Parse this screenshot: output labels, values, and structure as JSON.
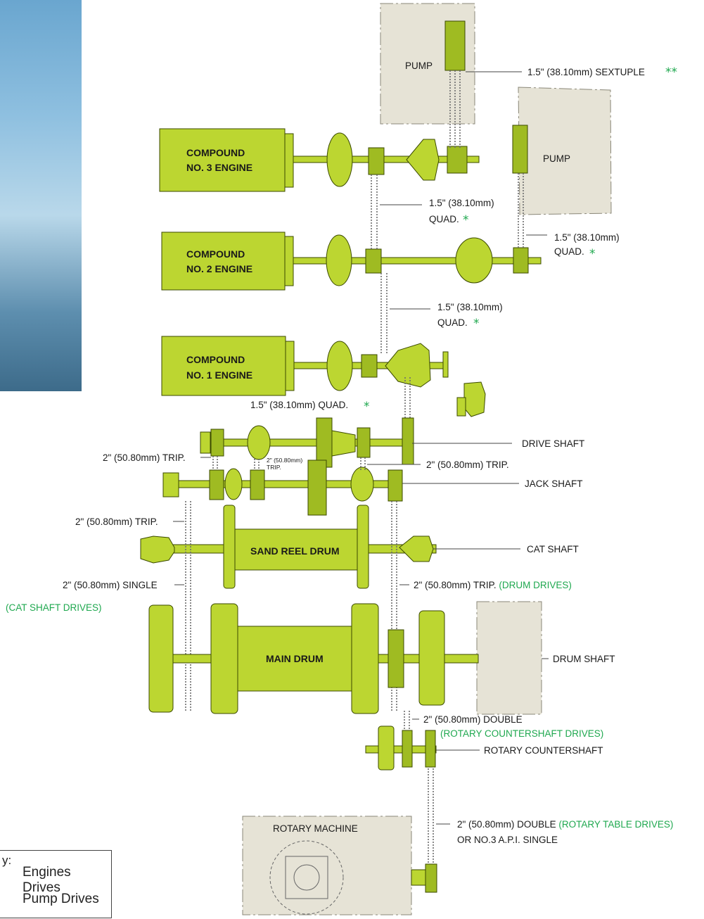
{
  "engines": [
    {
      "line1": "COMPOUND",
      "line2": "NO. 3 ENGINE"
    },
    {
      "line1": "COMPOUND",
      "line2": "NO. 2 ENGINE"
    },
    {
      "line1": "COMPOUND",
      "line2": "NO. 1 ENGINE"
    }
  ],
  "pumps": [
    "PUMP",
    "PUMP"
  ],
  "drums": {
    "sand_reel": "SAND REEL DRUM",
    "main": "MAIN DRUM"
  },
  "rotary_machine": "ROTARY MACHINE",
  "labels": {
    "sextuple": "1.5\" (38.10mm) SEXTUPLE",
    "quad_a_line1": "1.5\" (38.10mm)",
    "quad_a_line2": "QUAD.",
    "quad_b_line1": "1.5\" (38.10mm)",
    "quad_b_line2": "QUAD.",
    "quad_c_line1": "1.5\" (38.10mm)",
    "quad_c_line2": "QUAD.",
    "quad_d": "1.5\" (38.10mm) QUAD.",
    "drive_shaft": "DRIVE SHAFT",
    "trip_left": "2\" (50.80mm) TRIP.",
    "trip_small_line1": "2\" (50.80mm)",
    "trip_small_line2": "TRIP.",
    "trip_right": "2\" (50.80mm) TRIP.",
    "jack_shaft": "JACK SHAFT",
    "trip_lower_left": "2\" (50.80mm) TRIP.",
    "cat_shaft": "CAT SHAFT",
    "single": "2\" (50.80mm) SINGLE",
    "cat_shaft_drives": "(CAT SHAFT DRIVES)",
    "trip_drum": "2\" (50.80mm) TRIP.",
    "drum_drives": "(DRUM DRIVES)",
    "drum_shaft": "DRUM SHAFT",
    "double": "2\" (50.80mm) DOUBLE",
    "rotary_countershaft_drives": "(ROTARY COUNTERSHAFT DRIVES)",
    "rotary_countershaft": "ROTARY COUNTERSHAFT",
    "double_table": "2\" (50.80mm) DOUBLE",
    "rotary_table_drives": "(ROTARY TABLE DRIVES)",
    "api_single": "OR NO.3 A.P.I. SINGLE"
  },
  "key": {
    "title": "y:",
    "items": [
      "Engines Drives",
      "Pump Drives"
    ]
  },
  "colors": {
    "equipment": "#bcd631",
    "housing": "#e6e3d6",
    "accent_text": "#1fa84f"
  }
}
